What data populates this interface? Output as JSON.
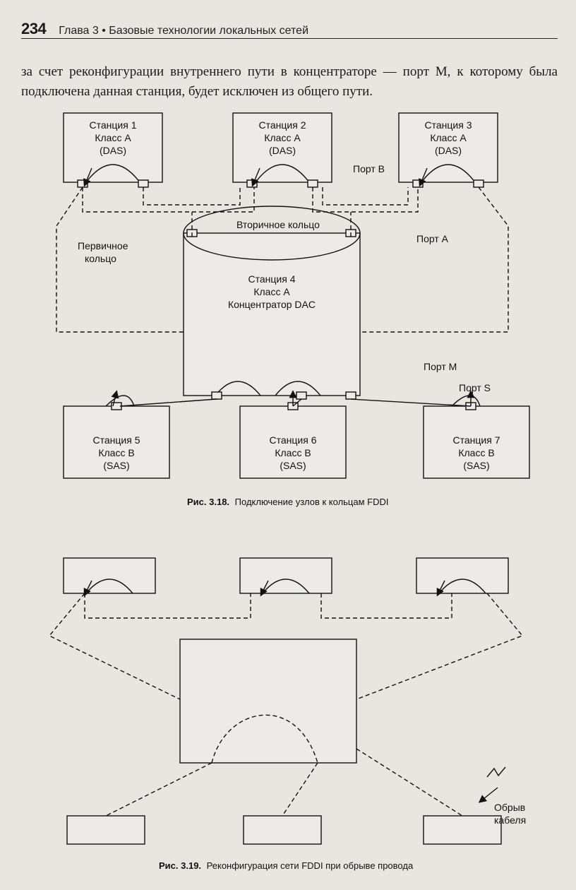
{
  "header": {
    "page_number": "234",
    "running_head": "Глава 3 • Базовые технологии локальных сетей"
  },
  "intro_text": "за счет реконфигурации внутреннего пути в концентраторе — порт М, к которому была подключена данная станция, будет исключен из общего пути.",
  "figure_318": {
    "caption_label": "Рис. 3.18.",
    "caption_text": "Подключение узлов к кольцам FDDI",
    "stations": {
      "s1": [
        "Станция 1",
        "Класс A",
        "(DAS)"
      ],
      "s2": [
        "Станция 2",
        "Класс A",
        "(DAS)"
      ],
      "s3": [
        "Станция 3",
        "Класс A",
        "(DAS)"
      ],
      "s4": [
        "Станция 4",
        "Класс A",
        "Концентратор DAC"
      ],
      "s5": [
        "Станция 5",
        "Класс B",
        "(SAS)"
      ],
      "s6": [
        "Станция 6",
        "Класс B",
        "(SAS)"
      ],
      "s7": [
        "Станция 7",
        "Класс B",
        "(SAS)"
      ]
    },
    "labels": {
      "port_b": "Порт B",
      "port_a": "Порт A",
      "port_m": "Порт M",
      "port_s": "Порт S",
      "secondary_ring": "Вторичное кольцо",
      "primary_ring_1": "Первичное",
      "primary_ring_2": "кольцо"
    }
  },
  "figure_319": {
    "caption_label": "Рис. 3.19.",
    "caption_text": "Реконфигурация сети FDDI при обрыве провода",
    "break_label_1": "Обрыв",
    "break_label_2": "кабеля"
  }
}
